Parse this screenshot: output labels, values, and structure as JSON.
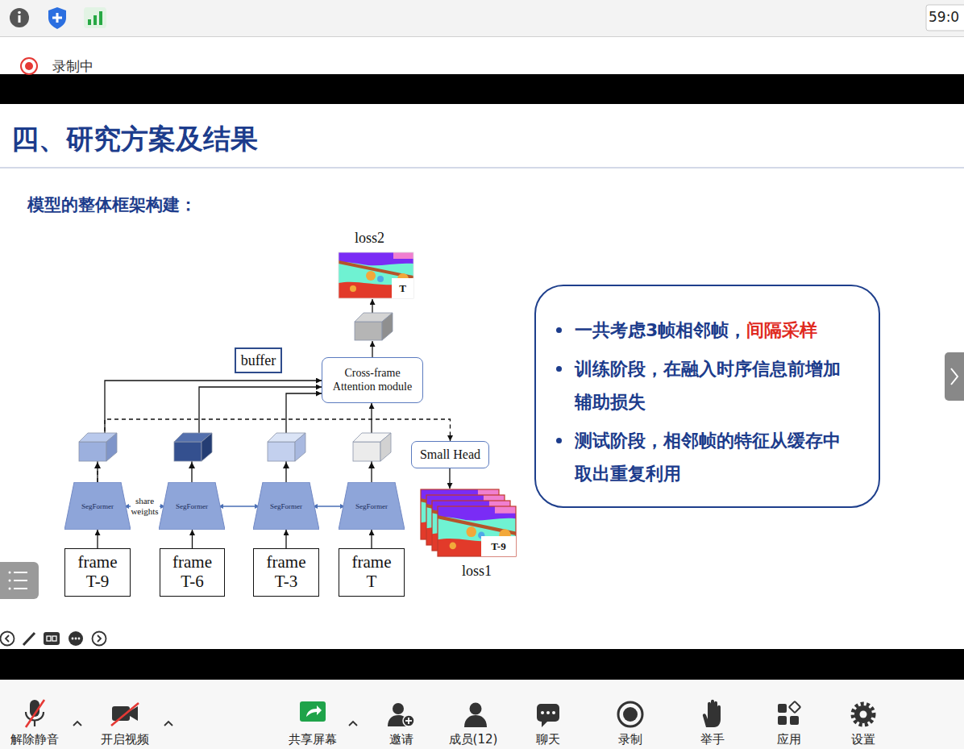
{
  "diagram": {
    "title": "四、研究方案及结果",
    "nodes": [
      {
        "text": [
          "buffer"
        ]
      },
      {
        "text": [
          "Cross-frame Attention module"
        ]
      },
      {
        "text": [
          "SegFormer"
        ]
      },
      {
        "text": [
          "SegFormer"
        ]
      },
      {
        "text": [
          "SegFormer"
        ]
      },
      {
        "text": [
          "SegFormer"
        ]
      },
      {
        "text": [
          "Small Head"
        ]
      },
      {
        "text": [
          "frame T-9"
        ]
      },
      {
        "text": [
          "frame T-6"
        ]
      },
      {
        "text": [
          "frame T-3"
        ]
      },
      {
        "text": [
          "frame T"
        ]
      },
      {
        "text": [
          "一共考虑3帧相邻帧，",
          "间隔采样",
          "训练阶段，在融入时序信息前增加辅助损失",
          "测试阶段，相邻帧的特征从缓存中取出重复利用"
        ]
      }
    ],
    "edges": [
      {
        "from": 7,
        "to": 2,
        "arrow": "to"
      },
      {
        "from": 8,
        "to": 3,
        "arrow": "to"
      },
      {
        "from": 9,
        "to": 4,
        "arrow": "to"
      },
      {
        "from": 10,
        "to": 5,
        "arrow": "to"
      },
      {
        "from": 2,
        "to": 1,
        "arrow": "to"
      },
      {
        "from": 3,
        "to": 1,
        "arrow": "to"
      },
      {
        "from": 4,
        "to": 1,
        "arrow": "to"
      },
      {
        "from": 5,
        "to": 1,
        "arrow": "to"
      },
      {
        "from": 2,
        "to": 6,
        "arrow": "to"
      },
      {
        "from": 2,
        "to": 3,
        "label": "share weights",
        "arrow": "both"
      },
      {
        "from": 3,
        "to": 4,
        "arrow": "both"
      },
      {
        "from": 4,
        "to": 5,
        "arrow": "both"
      }
    ],
    "labels": [
      "59:0",
      "录制中",
      "模型的整体框架构建：",
      "loss2",
      "T",
      "T-9",
      "loss1",
      "解除静音",
      "开启视频",
      "共享屏幕",
      "邀请",
      "成员(12)",
      "聊天",
      "录制",
      "举手",
      "应用",
      "设置"
    ]
  }
}
